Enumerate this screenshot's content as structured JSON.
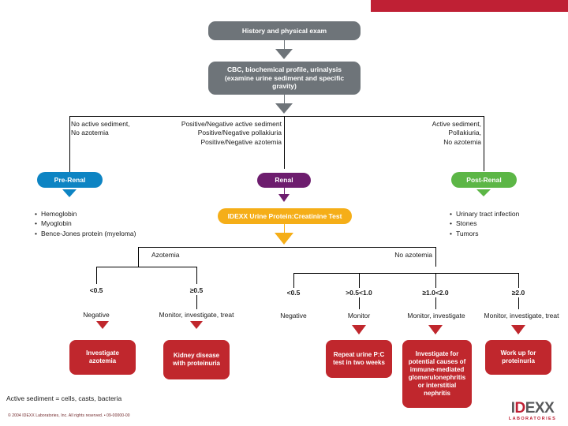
{
  "banner": {
    "color": "#bf2034"
  },
  "flow": {
    "step1": {
      "label": "History and physical exam"
    },
    "step2": {
      "label": "CBC, biochemical profile, urinalysis\n(examine urine sediment and specific gravity)"
    },
    "branch_labels": {
      "left": "No active sediment,\nNo azotemia",
      "center": "Positive/Negative active sediment\nPositive/Negative pollakiuria\nPositive/Negative azotemia",
      "right": "Active sediment,\nPollakiuria,\nNo azotemia"
    },
    "categories": {
      "pre_renal": {
        "label": "Pre-Renal",
        "color": "#0d84c3"
      },
      "renal": {
        "label": "Renal",
        "color": "#6d1d6e"
      },
      "post_renal": {
        "label": "Post-Renal",
        "color": "#5cb646"
      }
    },
    "pre_renal_causes": [
      "Hemoglobin",
      "Myoglobin",
      "Bence-Jones protein (myeloma)"
    ],
    "post_renal_causes": [
      "Urinary tract infection",
      "Stones",
      "Tumors"
    ],
    "test": {
      "label": "IDEXX Urine Protein:Creatinine Test",
      "color": "#f5ae18"
    }
  },
  "results": {
    "azotemia_label": "Azotemia",
    "no_azotemia_label": "No azotemia",
    "azotemia_branches": [
      {
        "value": "<0.5",
        "action": "Negative",
        "box": null
      },
      {
        "value": "≥0.5",
        "action": "Monitor, investigate, treat",
        "box": "Investigate\nazotemia"
      }
    ],
    "no_azotemia_branches": [
      {
        "value": "<0.5",
        "action": "Negative",
        "box": null
      },
      {
        "value": ">0.5<1.0",
        "action": "Monitor",
        "box": "Repeat urine\nP:C test in\ntwo weeks"
      },
      {
        "value": "≥1.0<2.0",
        "action": "Monitor, investigate",
        "box": "Investigate for\npotential causes of\nimmune-mediated\nglomerulonephritis\nor interstitial\nnephritis"
      },
      {
        "value": "≥2.0",
        "action": "Monitor, investigate, treat",
        "box": "Work up for\nproteinuria"
      }
    ],
    "kidney_box": "Kidney\ndisease with\nproteinuria"
  },
  "footer": {
    "footnote": "Active sediment = cells, casts, bacteria",
    "copyright": "© 2004 IDEXX Laboratories, Inc. All rights reserved. • 09-00000-00",
    "logo_i": "I",
    "logo_d": "D",
    "logo_exx": "EXX",
    "logo_sub": "LABORATORIES"
  }
}
